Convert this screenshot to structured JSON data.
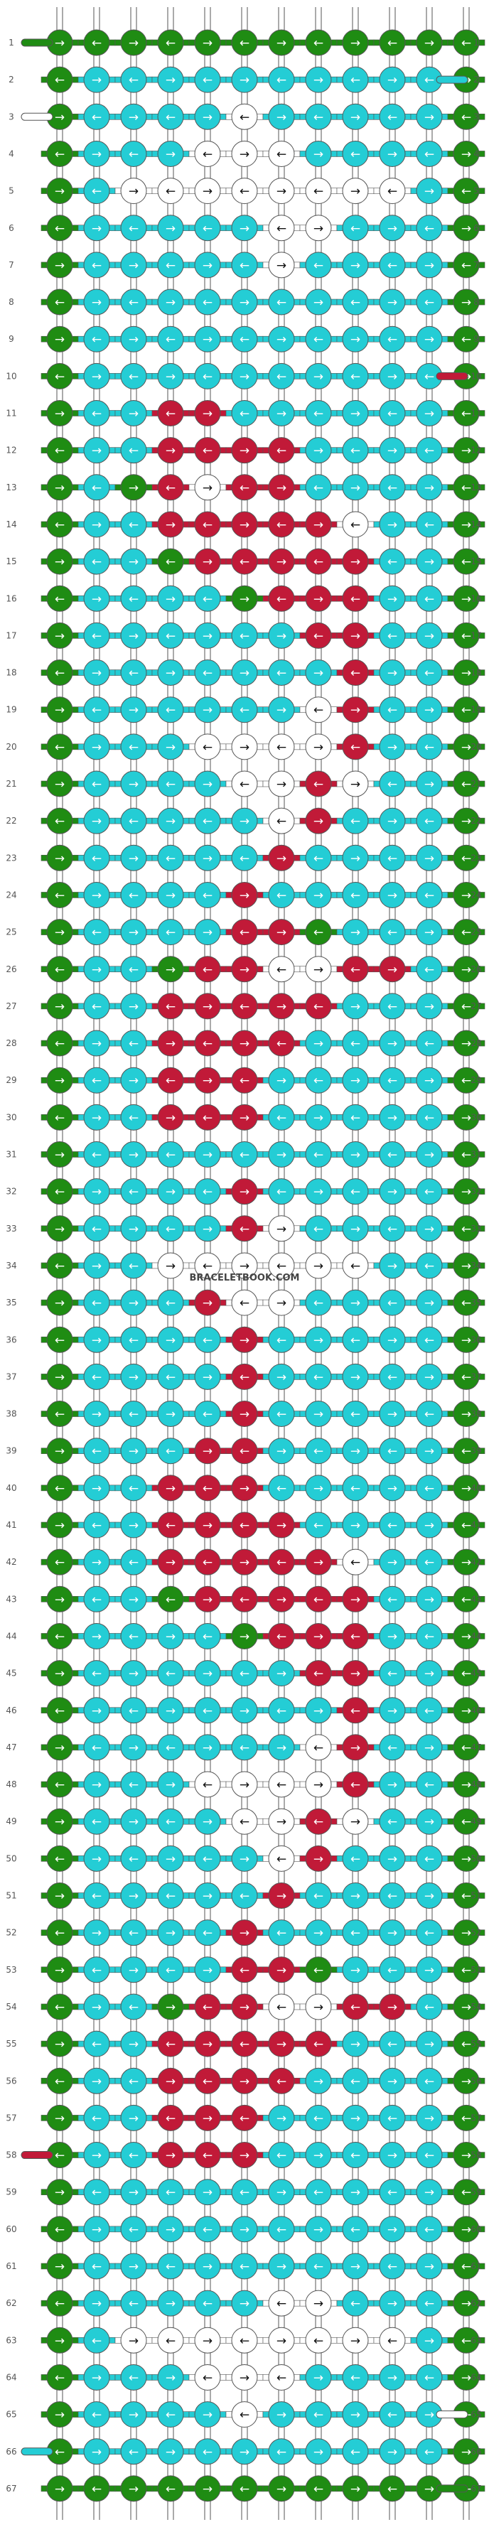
{
  "watermark": "BRACELETBOOK.COM",
  "row_labels": [
    "1",
    "2",
    "3",
    "4",
    "5",
    "6",
    "7",
    "8",
    "9",
    "10",
    "11",
    "12",
    "13",
    "14",
    "15",
    "16",
    "17",
    "18",
    "19",
    "20",
    "21",
    "22",
    "23",
    "24",
    "25",
    "26",
    "27",
    "28",
    "29",
    "30",
    "31",
    "32",
    "33",
    "34",
    "35",
    "36",
    "37",
    "38",
    "39",
    "40",
    "41",
    "42",
    "43",
    "44",
    "45",
    "46",
    "47",
    "48",
    "49",
    "50",
    "51",
    "52",
    "53",
    "54",
    "55",
    "56",
    "57",
    "58",
    "59",
    "60",
    "61",
    "62",
    "63",
    "64",
    "65",
    "66",
    "67"
  ],
  "colors": {
    "G": "#1f8c13",
    "C": "#24cdd5",
    "W": "#ffffff",
    "R": "#c11a38",
    "string_outline": "#555555",
    "arrow_dark": "#111111",
    "arrow_light": "#ffffff"
  },
  "legend": {
    "G": "green",
    "C": "cyan",
    "W": "white",
    "R": "red"
  },
  "knot_rows": [
    "GGGGGGGGGGGG",
    "GCCCCCCCCCCG",
    "GCCCCWCCCCCG",
    "GCCCWWWCCCCG",
    "GCWWWWWWWWCG",
    "GCCCCCWWCCCG",
    "GCCCCCWCCCCG",
    "GCCCCCCCCCCG",
    "GCCCCCCCCCCG",
    "GCCCCCCCCCCG",
    "GCCRRCCCCCCG",
    "GCCRRRRCCCCG",
    "GCGRWRRCCCCG",
    "GCCRRRRRWCCG",
    "GCCGRRRRRCCG",
    "GCCCCGRRRCCG",
    "GCCCCCCRRCCG",
    "GCCCCCCCRCCG",
    "GCCCCCCWRCCG",
    "GCCCWWWWRCCG",
    "GCCCCWWRWCCG",
    "GCCCCCWRCCCG",
    "GCCCCCRCCCCG",
    "GCCCCRCCCCCG",
    "GCCCCRRGCCCG",
    "GCCGRRWWRRCG",
    "GCCRRRRRCCCG",
    "GCCRRRRCCCCG",
    "GCCRRRCCCCCG",
    "GCCRRRCCCCCG",
    "GCCCCCCCCCCG",
    "GCCCCRCCCCCG",
    "GCCCCRWCCCCG",
    "GCCWWWWWWCCG",
    "GCCCRWWCCCCG",
    "GCCCCRCCCCCG",
    "GCCCCRCCCCCG",
    "GCCCCRCCCCCG",
    "GCCCRRCCCCCG",
    "GCCRRRCCCCCG",
    "GCCRRRRCCCCG",
    "GCCRRRRRWCCG",
    "GCCGRRRRRCCG",
    "GCCCCGRRRCCG",
    "GCCCCCCRRCCG",
    "GCCCCCCCRCCG",
    "GCCCCCCWRCCG",
    "GCCCWWWWRCCG",
    "GCCCCWWRWCCG",
    "GCCCCCWRCCCG",
    "GCCCCCRCCCCG",
    "GCCCCRCCCCCG",
    "GCCCCRRGCCCG",
    "GCCGRRWWRRCG",
    "GCCRRRRRCCCG",
    "GCCRRRRCCCCG",
    "GCCRRRCCCCCG",
    "GCCRRRCCCCCG",
    "GCCCCCCCCCCG",
    "GCCCCCCCCCCG",
    "GCCCCCCCCCCG",
    "GCCCCCWWCCCG",
    "GCWWWWWWWWCG",
    "GCCCWWWCCCCG",
    "GCCCCWCCCCCG",
    "GCCCCCCCCCCG",
    "GGGGGGGGGGGG"
  ]
}
